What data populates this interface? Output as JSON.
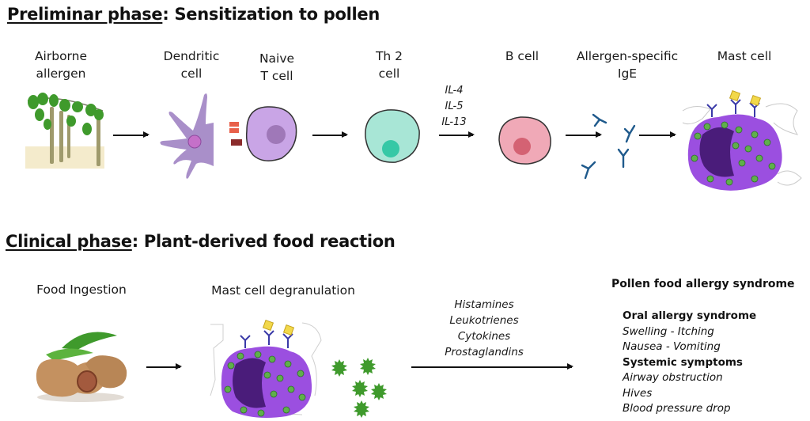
{
  "preliminar": {
    "title_underlined": "Preliminar phase",
    "title_rest": ": Sensitization to pollen",
    "steps": [
      {
        "label_line1": "Airborne",
        "label_line2": "allergen",
        "icon": "birch-catkins-illustration"
      },
      {
        "label_line1": "Dendritic",
        "label_line2": "cell",
        "icon": "dendritic-cell-illustration"
      },
      {
        "label_line1": "Naive",
        "label_line2": "T cell",
        "icon": "naive-t-cell-illustration"
      },
      {
        "label_line1": "Th 2",
        "label_line2": "cell",
        "icon": "th2-cell-illustration"
      },
      {
        "label_line1": "B cell",
        "label_line2": "",
        "icon": "b-cell-illustration"
      },
      {
        "label_line1": "Allergen-specific",
        "label_line2": "IgE",
        "icon": "ige-antibodies-illustration"
      },
      {
        "label_line1": "Mast cell",
        "label_line2": "",
        "icon": "mast-cell-illustration"
      }
    ],
    "cytokines": [
      "IL-4",
      "IL-5",
      "IL-13"
    ]
  },
  "clinical": {
    "title_underlined": "Clinical phase",
    "title_rest": ": Plant-derived food reaction",
    "steps": [
      {
        "label": "Food Ingestion",
        "icon": "peanuts-illustration"
      },
      {
        "label": "Mast cell degranulation",
        "icon": "degranulating-mast-cell-illustration"
      }
    ],
    "mediators": [
      "Histamines",
      "Leukotrienes",
      "Cytokines",
      "Prostaglandins"
    ],
    "syndrome": {
      "heading": "Pollen food allergy syndrome",
      "groups": [
        {
          "name": "Oral allergy syndrome",
          "items": [
            "Swelling - Itching",
            "Nausea - Vomiting"
          ]
        },
        {
          "name": "Systemic symptoms",
          "items": [
            "Airway obstruction",
            "Hives",
            "Blood pressure drop"
          ]
        }
      ]
    }
  },
  "colors": {
    "leaf_green": "#3f9a2c",
    "dendritic_purple": "#a98fc9",
    "naive_t_purple": "#c9a5e6",
    "th2_teal": "#a8e6d6",
    "th2_nucleus": "#36c8a6",
    "b_cell_pink": "#f0a9b7",
    "b_cell_nucleus": "#d46273",
    "ige_blue": "#1f5a8c",
    "mast_purple": "#9b4fe0",
    "granule_green": "#5fb04a"
  }
}
